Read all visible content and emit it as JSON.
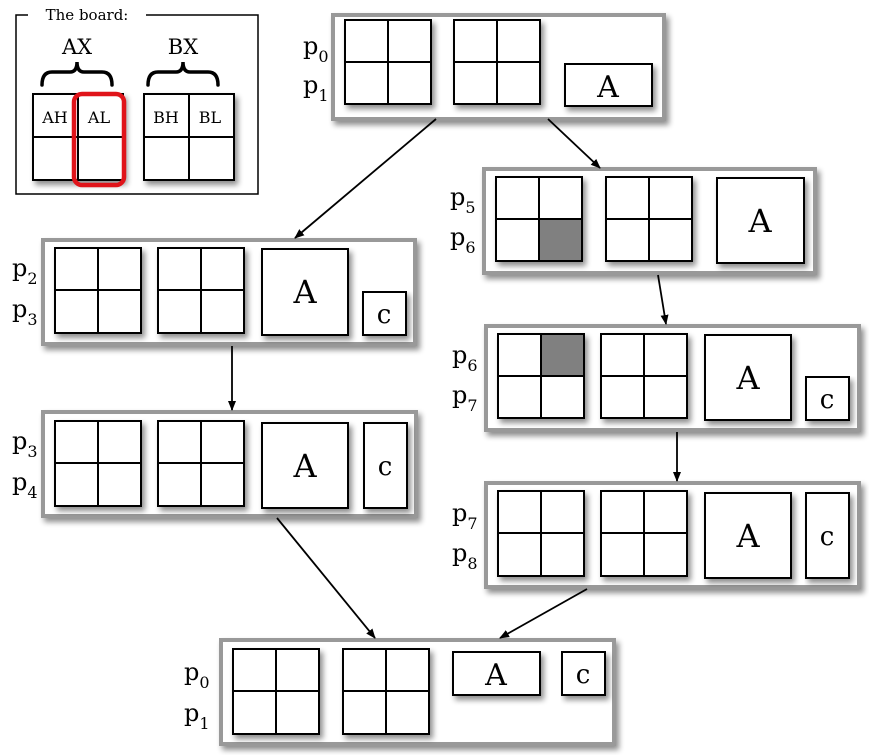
{
  "legend": {
    "title": "The board:",
    "groups": [
      "AX",
      "BX"
    ],
    "registers": [
      "AH",
      "AL",
      "BH",
      "BL"
    ],
    "highlighted_register": "AL",
    "highlight_color": "#e0141a"
  },
  "blocks": [
    {
      "id": "b1",
      "labels": [
        "p",
        "0",
        "p",
        "1"
      ],
      "shaded": null,
      "a": "A",
      "c": null
    },
    {
      "id": "b2",
      "labels": [
        "p",
        "5",
        "p",
        "6"
      ],
      "shaded": "bottom-right",
      "a": "A",
      "c": null
    },
    {
      "id": "b3",
      "labels": [
        "p",
        "2",
        "p",
        "3"
      ],
      "shaded": null,
      "a": "A",
      "c": "c"
    },
    {
      "id": "b4",
      "labels": [
        "p",
        "6",
        "p",
        "7"
      ],
      "shaded": "top-right",
      "a": "A",
      "c": "c"
    },
    {
      "id": "b5",
      "labels": [
        "p",
        "3",
        "p",
        "4"
      ],
      "shaded": null,
      "a": "A",
      "c": "c"
    },
    {
      "id": "b6",
      "labels": [
        "p",
        "7",
        "p",
        "8"
      ],
      "shaded": null,
      "a": "A",
      "c": "c"
    },
    {
      "id": "b7",
      "labels": [
        "p",
        "0",
        "p",
        "1"
      ],
      "shaded": null,
      "a": "A",
      "c": "c"
    }
  ],
  "colors": {
    "panel_border": "#999999",
    "shaded_cell": "#808080",
    "line": "#000000"
  }
}
